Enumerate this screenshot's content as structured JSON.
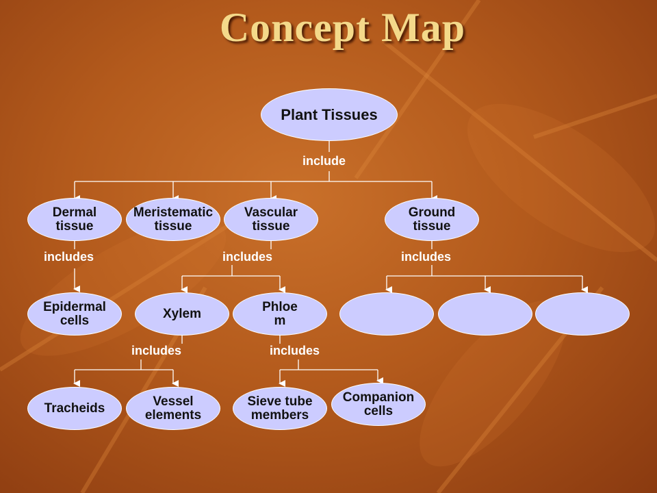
{
  "title": "Concept Map",
  "nodes": {
    "root": [
      "Plant Tissues"
    ],
    "dermal": [
      "Dermal",
      "tissue"
    ],
    "meristematic": [
      "Meristematic",
      "tissue"
    ],
    "vascular": [
      "Vascular",
      "tissue"
    ],
    "ground": [
      "Ground",
      "tissue"
    ],
    "epidermal": [
      "Epidermal",
      "cells"
    ],
    "xylem": [
      "Xylem"
    ],
    "phloem": [
      "Phloe",
      "m"
    ],
    "ground_blank_1": [],
    "ground_blank_2": [],
    "ground_blank_3": [],
    "tracheids": [
      "Tracheids"
    ],
    "vessel": [
      "Vessel",
      "elements"
    ],
    "sieve": [
      "Sieve tube",
      "members"
    ],
    "companion": [
      "Companion",
      "cells"
    ]
  },
  "links": {
    "root_include": "include",
    "dermal_includes": "includes",
    "vascular_includes": "includes",
    "ground_includes": "includes",
    "xylem_includes": "includes",
    "phloem_includes": "includes"
  },
  "colors": {
    "node_fill": "#ccccff",
    "node_border": "#ffffff",
    "connector": "#ffffff",
    "title": "#f4d98a",
    "background": "#b35a1c"
  }
}
